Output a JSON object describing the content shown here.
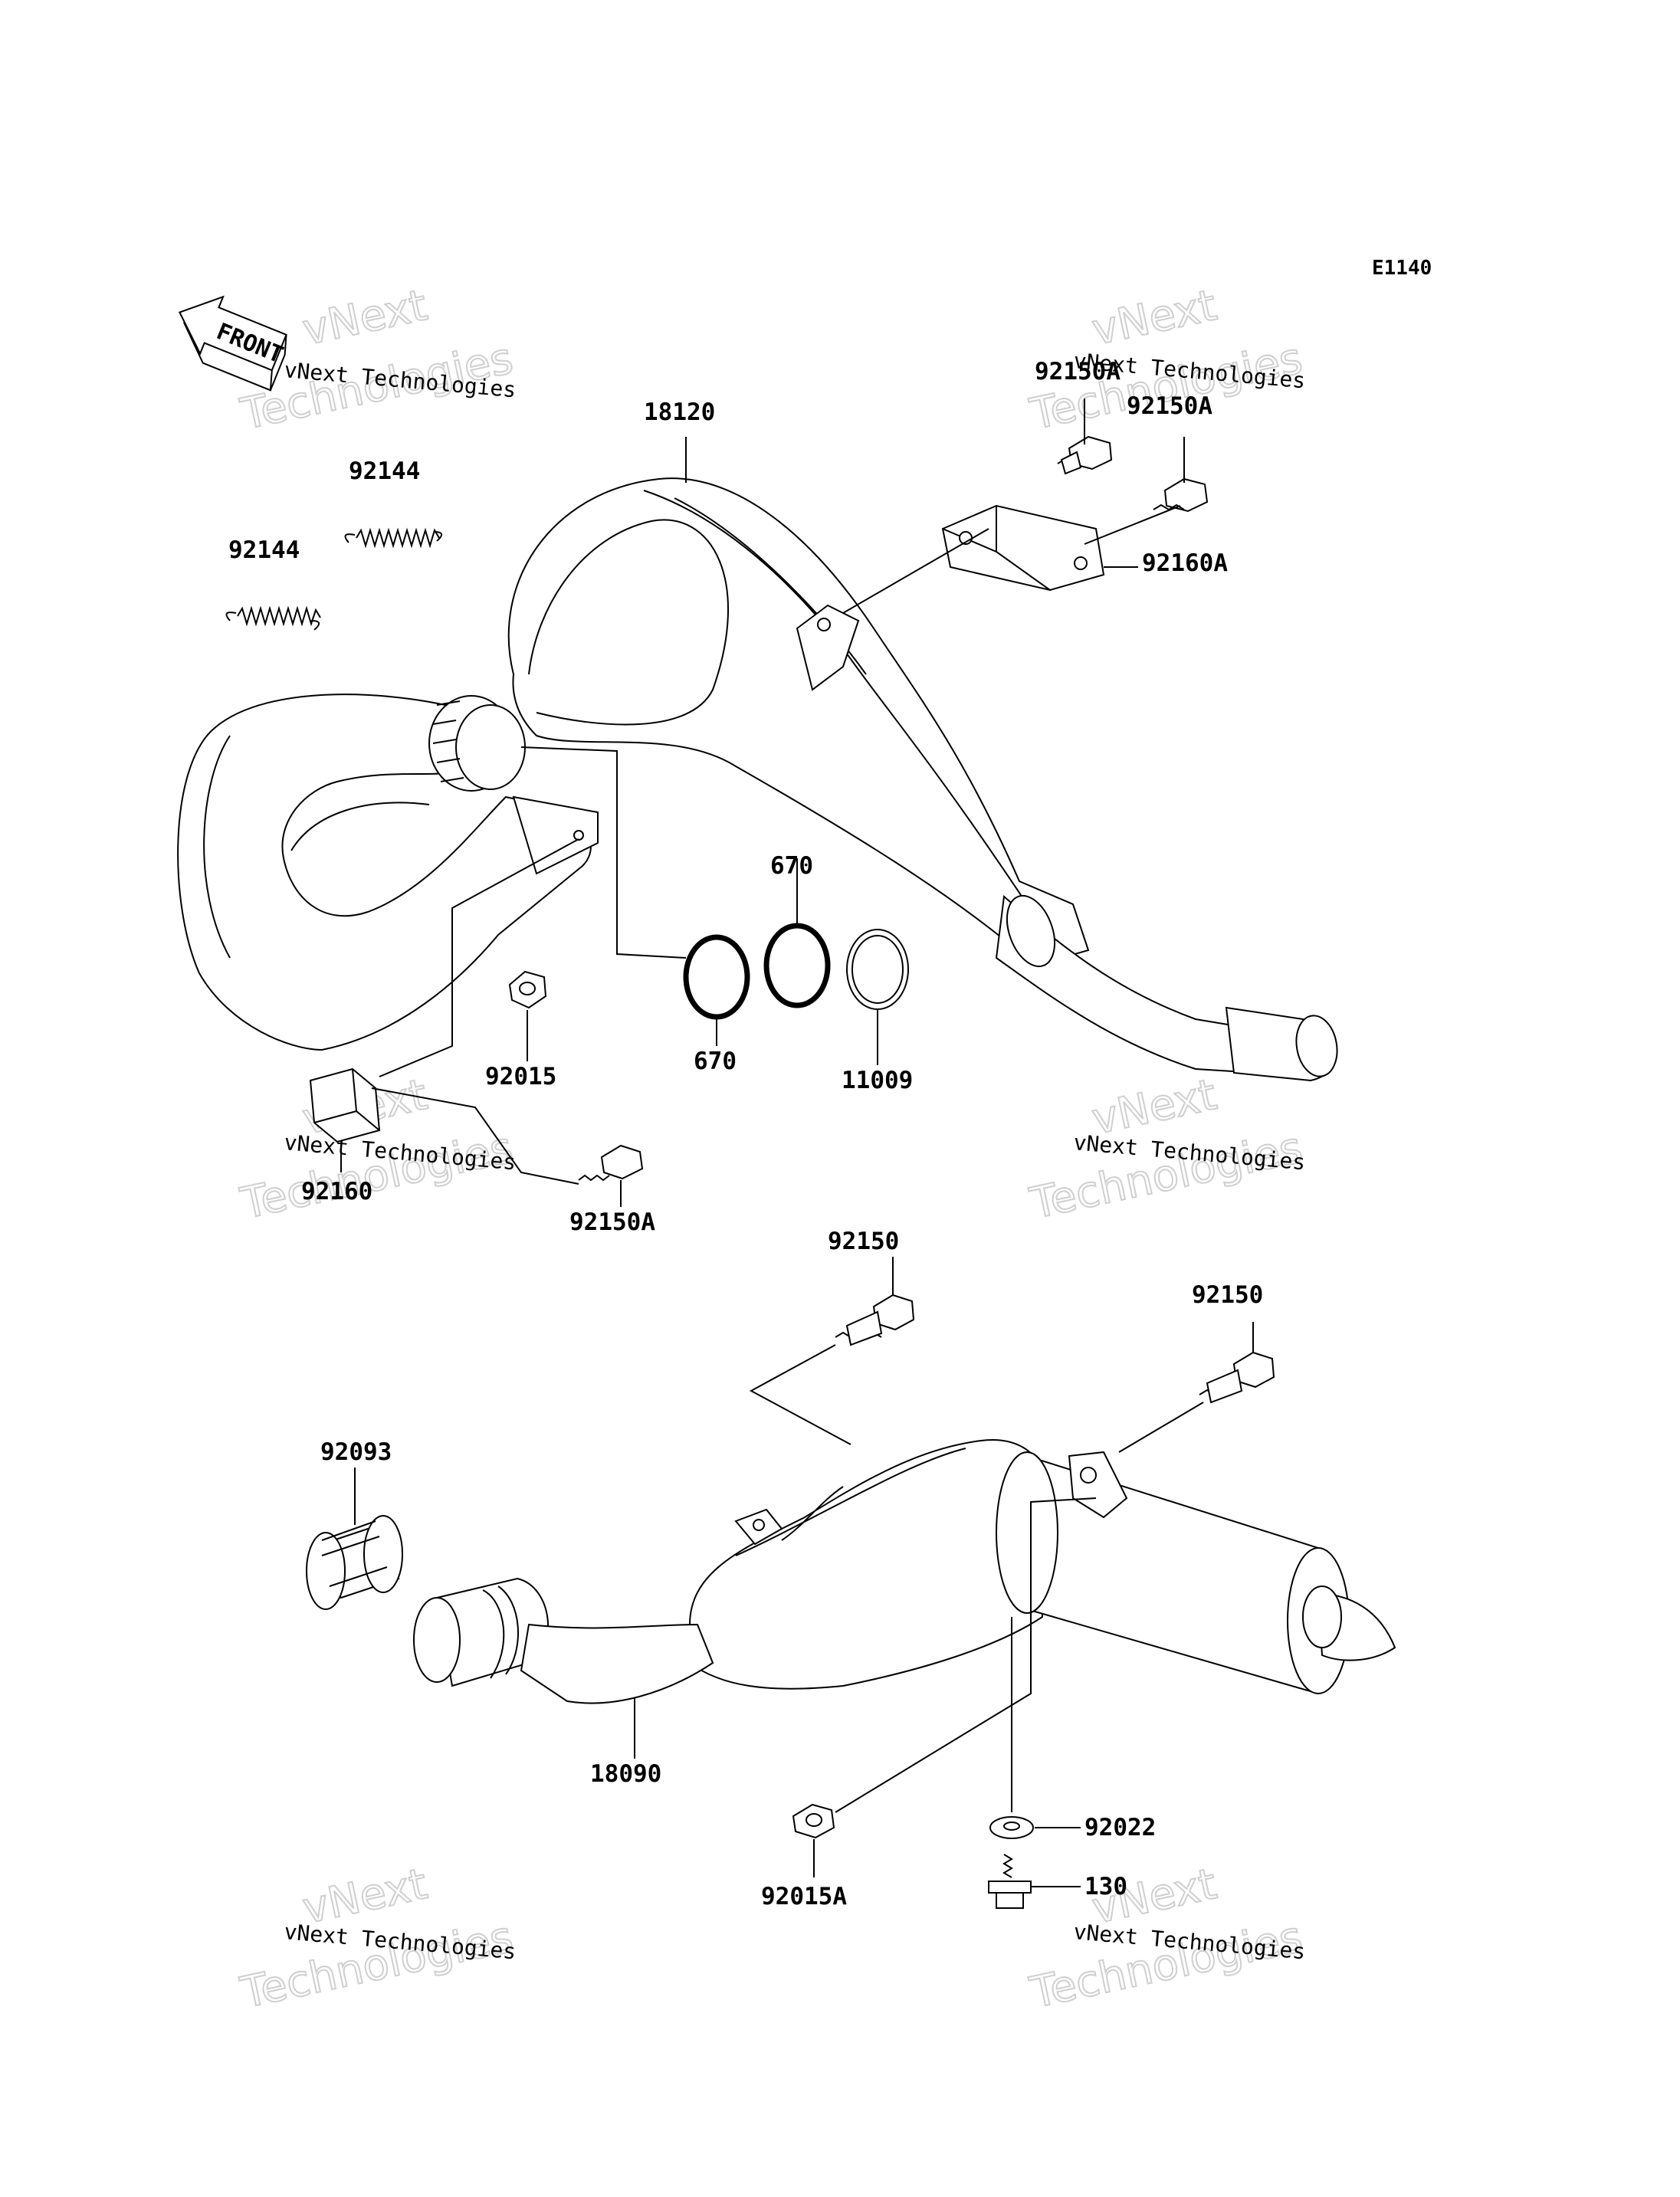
{
  "diagram": {
    "code": "E1140",
    "front_label": "FRONT",
    "watermark_line1": "vNext",
    "watermark_line2": "Technologies",
    "watermark_small": "vNext Technologies",
    "parts": {
      "p18120": "18120",
      "p92150A_top1": "92150A",
      "p92150A_top2": "92150A",
      "p92160A": "92160A",
      "p92144_a": "92144",
      "p92144_b": "92144",
      "p670_upper": "670",
      "p670_lower": "670",
      "p11009": "11009",
      "p92015": "92015",
      "p92160": "92160",
      "p92150A_mid": "92150A",
      "p92150_a": "92150",
      "p92150_b": "92150",
      "p92093": "92093",
      "p18090": "18090",
      "p92022": "92022",
      "p130": "130",
      "p92015A": "92015A"
    }
  }
}
